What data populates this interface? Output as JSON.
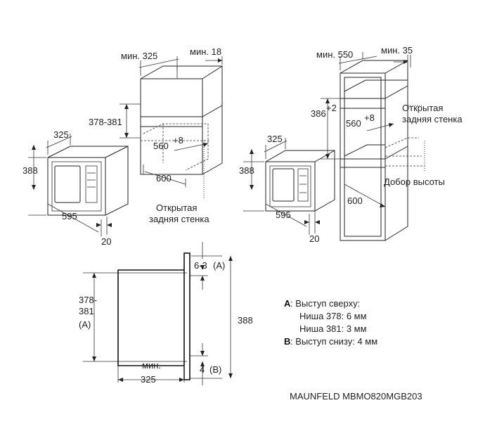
{
  "panel_tl": {
    "min_depth": "мин. 325",
    "min_gap": "мин. 18",
    "niche_height": "378-381",
    "niche_width": "560",
    "niche_width_tol": "+8",
    "niche_depth": "600",
    "open_back_line1": "Открытая",
    "open_back_line2": "задняя стенка",
    "oven_depth": "325",
    "oven_height": "388",
    "oven_width": "595",
    "frame_offset": "20"
  },
  "panel_tr": {
    "min_depth": "мин. 550",
    "min_gap": "мин. 35",
    "niche_height": "386",
    "niche_height_tol": "+2",
    "niche_width": "560",
    "niche_width_tol": "+8",
    "open_back_line1": "Открытая",
    "open_back_line2": "задняя стенка",
    "height_extension": "Добор высоты",
    "niche_depth": "600",
    "oven_depth": "325",
    "oven_height": "388",
    "oven_width": "595",
    "frame_offset": "20"
  },
  "panel_bottom": {
    "niche_height_line1": "378-",
    "niche_height_line2": "381",
    "niche_height_line3": "(A)",
    "top_protrusion": "6-3",
    "top_protrusion_tag": "(A)",
    "total_height": "388",
    "bottom_protrusion": "4",
    "bottom_protrusion_tag": "(B)",
    "min_label": "мин.",
    "min_depth": "325"
  },
  "legend": {
    "a_key": "A",
    "a_text": ": Выступ сверху:",
    "a_line2": "Ниша 378: 6 мм",
    "a_line3": "Ниша 381: 3 мм",
    "b_key": "B",
    "b_text": ": Выступ снизу: 4 мм"
  },
  "model": "MAUNFELD MBMO820MGB203"
}
